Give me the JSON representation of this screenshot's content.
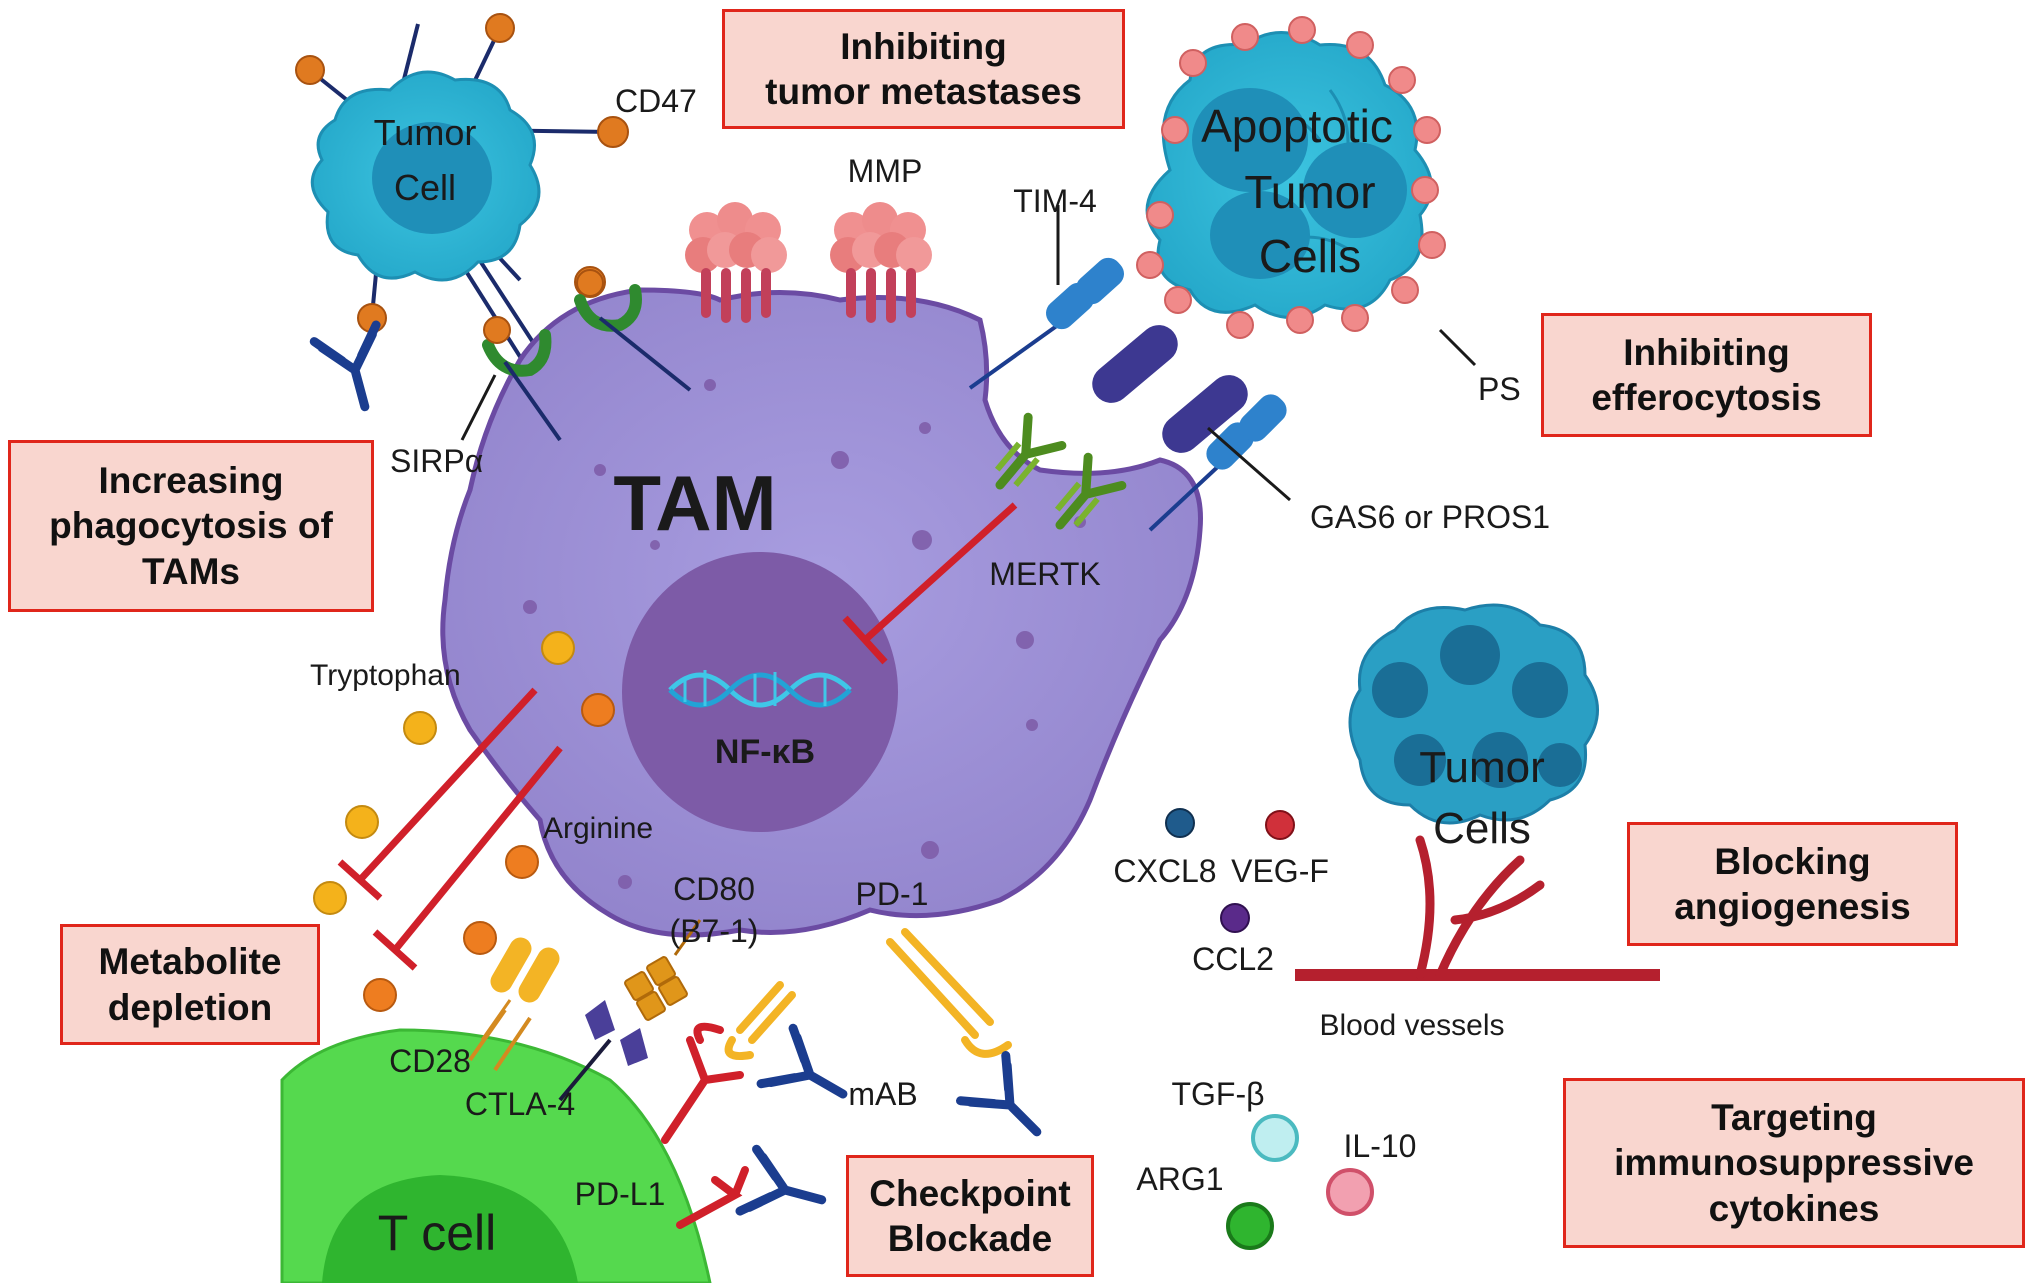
{
  "callouts": {
    "metastases": [
      "Inhibiting",
      "tumor metastases"
    ],
    "efferocytosis": [
      "Inhibiting",
      "efferocytosis"
    ],
    "phagocytosis": [
      "Increasing",
      "phagocytosis of",
      "TAMs"
    ],
    "metabolite": [
      "Metabolite",
      "depletion"
    ],
    "angiogenesis": [
      "Blocking",
      "angiogenesis"
    ],
    "checkpoint": [
      "Checkpoint",
      "Blockade"
    ],
    "cytokines": [
      "Targeting",
      "immunosuppressive",
      "cytokines"
    ]
  },
  "cells": {
    "tumor_cell": [
      "Tumor",
      "Cell"
    ],
    "apoptotic": [
      "Apoptotic",
      "Tumor",
      "Cells"
    ],
    "tam": "TAM",
    "nfkb": "NF-κB",
    "tumor_cells": [
      "Tumor",
      "Cells"
    ],
    "t_cell": "T cell"
  },
  "labels": {
    "cd47": "CD47",
    "mmp": "MMP",
    "tim4": "TIM-4",
    "ps": "PS",
    "sirpa": "SIRPα",
    "gas6": "GAS6 or PROS1",
    "mertk": "MERTK",
    "tryptophan": "Tryptophan",
    "arginine": "Arginine",
    "cd80": [
      "CD80",
      "(B7-1)"
    ],
    "pd1": "PD-1",
    "cd28": "CD28",
    "ctla4": "CTLA-4",
    "mab": "mAB",
    "pdl1": "PD-L1",
    "cxcl8": "CXCL8",
    "vegf": "VEG-F",
    "ccl2": "CCL2",
    "blood_vessels": "Blood vessels",
    "tgfb": "TGF-β",
    "il10": "IL-10",
    "arg1": "ARG1"
  },
  "colors": {
    "callout_fill": "#f9d6cf",
    "callout_border": "#e0261b",
    "tam": "#9b8fd3",
    "tam_border": "#6b4ba3",
    "nucleus": "#7d5ba7",
    "tumor": "#2ab3d3",
    "tumor_dark": "#1f7ea8",
    "t_cell": "#55d94e",
    "inhibit": "#d0202a",
    "antibody": "#1b3d8f"
  }
}
